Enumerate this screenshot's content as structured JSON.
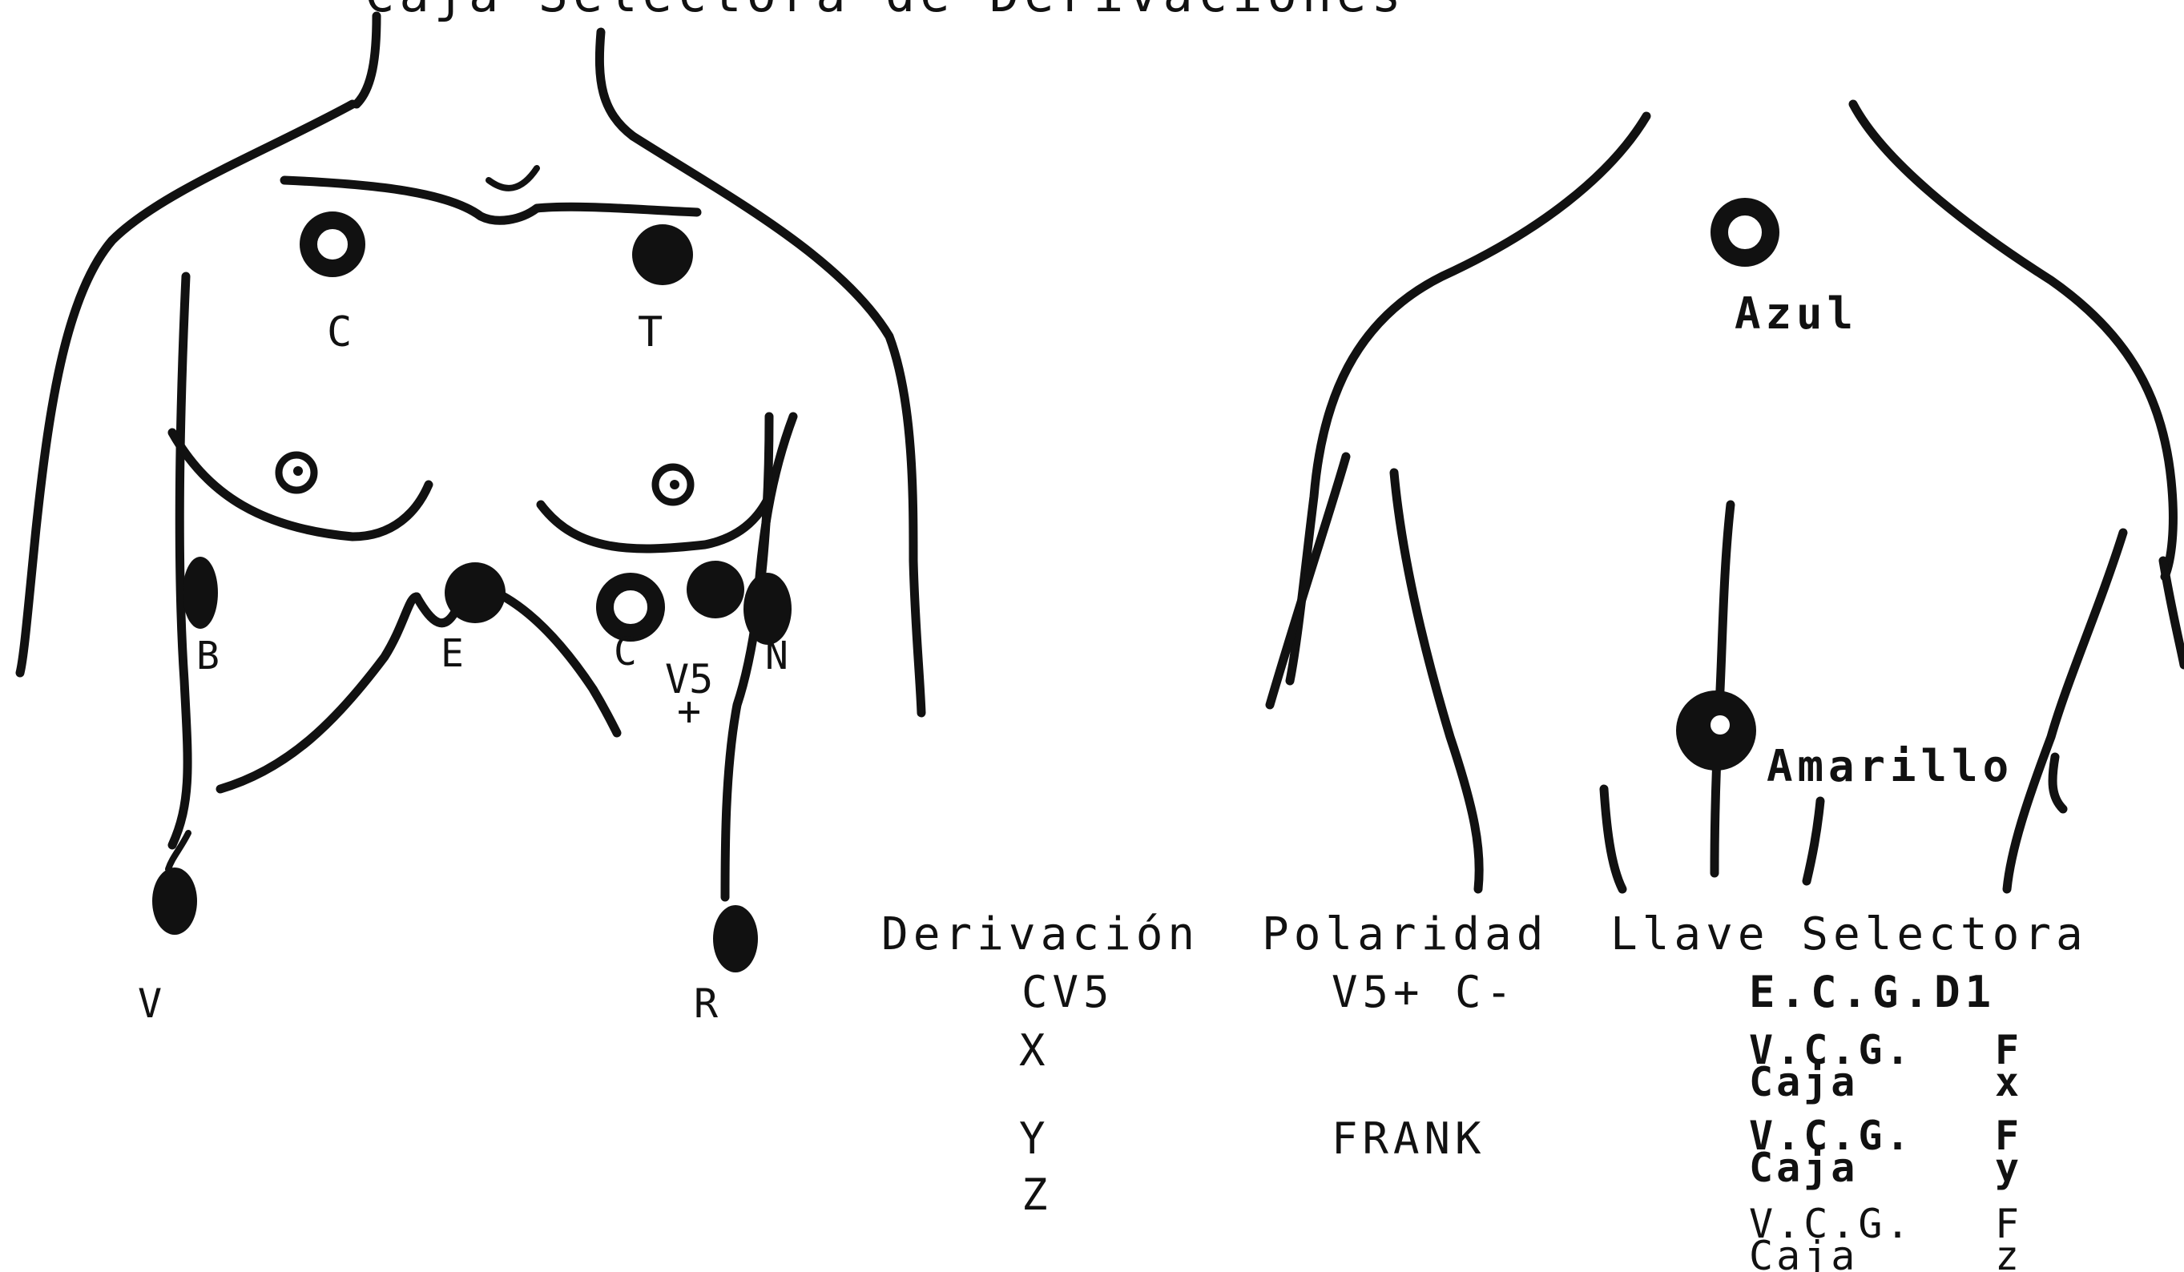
{
  "title": "Caja Selectora de Derivaciones",
  "front_labels": {
    "c_upper": "C",
    "t_upper": "T",
    "b": "B",
    "e": "E",
    "c_lower": "C",
    "v5": "V5",
    "plus": "+",
    "n": "N",
    "v": "V",
    "r": "R"
  },
  "back_labels": {
    "azul": "Azul",
    "amarillo": "Amarillo"
  },
  "table": {
    "headers": [
      "Derivación",
      "Polaridad",
      "Llave Selectora"
    ],
    "rows": [
      {
        "derivacion": "CV5",
        "polaridad": "V5+ C-",
        "llave": "E.C.G.D1",
        "llave_sub": "",
        "letter": "",
        "letter_sub": ""
      },
      {
        "derivacion": "X",
        "polaridad": "",
        "llave": "V.C.G.",
        "llave_sub": "Caja",
        "letter": "F",
        "letter_sub": "x"
      },
      {
        "derivacion": "Y",
        "polaridad": "FRANK",
        "llave": "V.C.G.",
        "llave_sub": "Caja",
        "letter": "F",
        "letter_sub": "y"
      },
      {
        "derivacion": "Z",
        "polaridad": "",
        "llave": "V.C.G.",
        "llave_sub": "Caja",
        "letter": "F",
        "letter_sub": "z"
      }
    ]
  }
}
